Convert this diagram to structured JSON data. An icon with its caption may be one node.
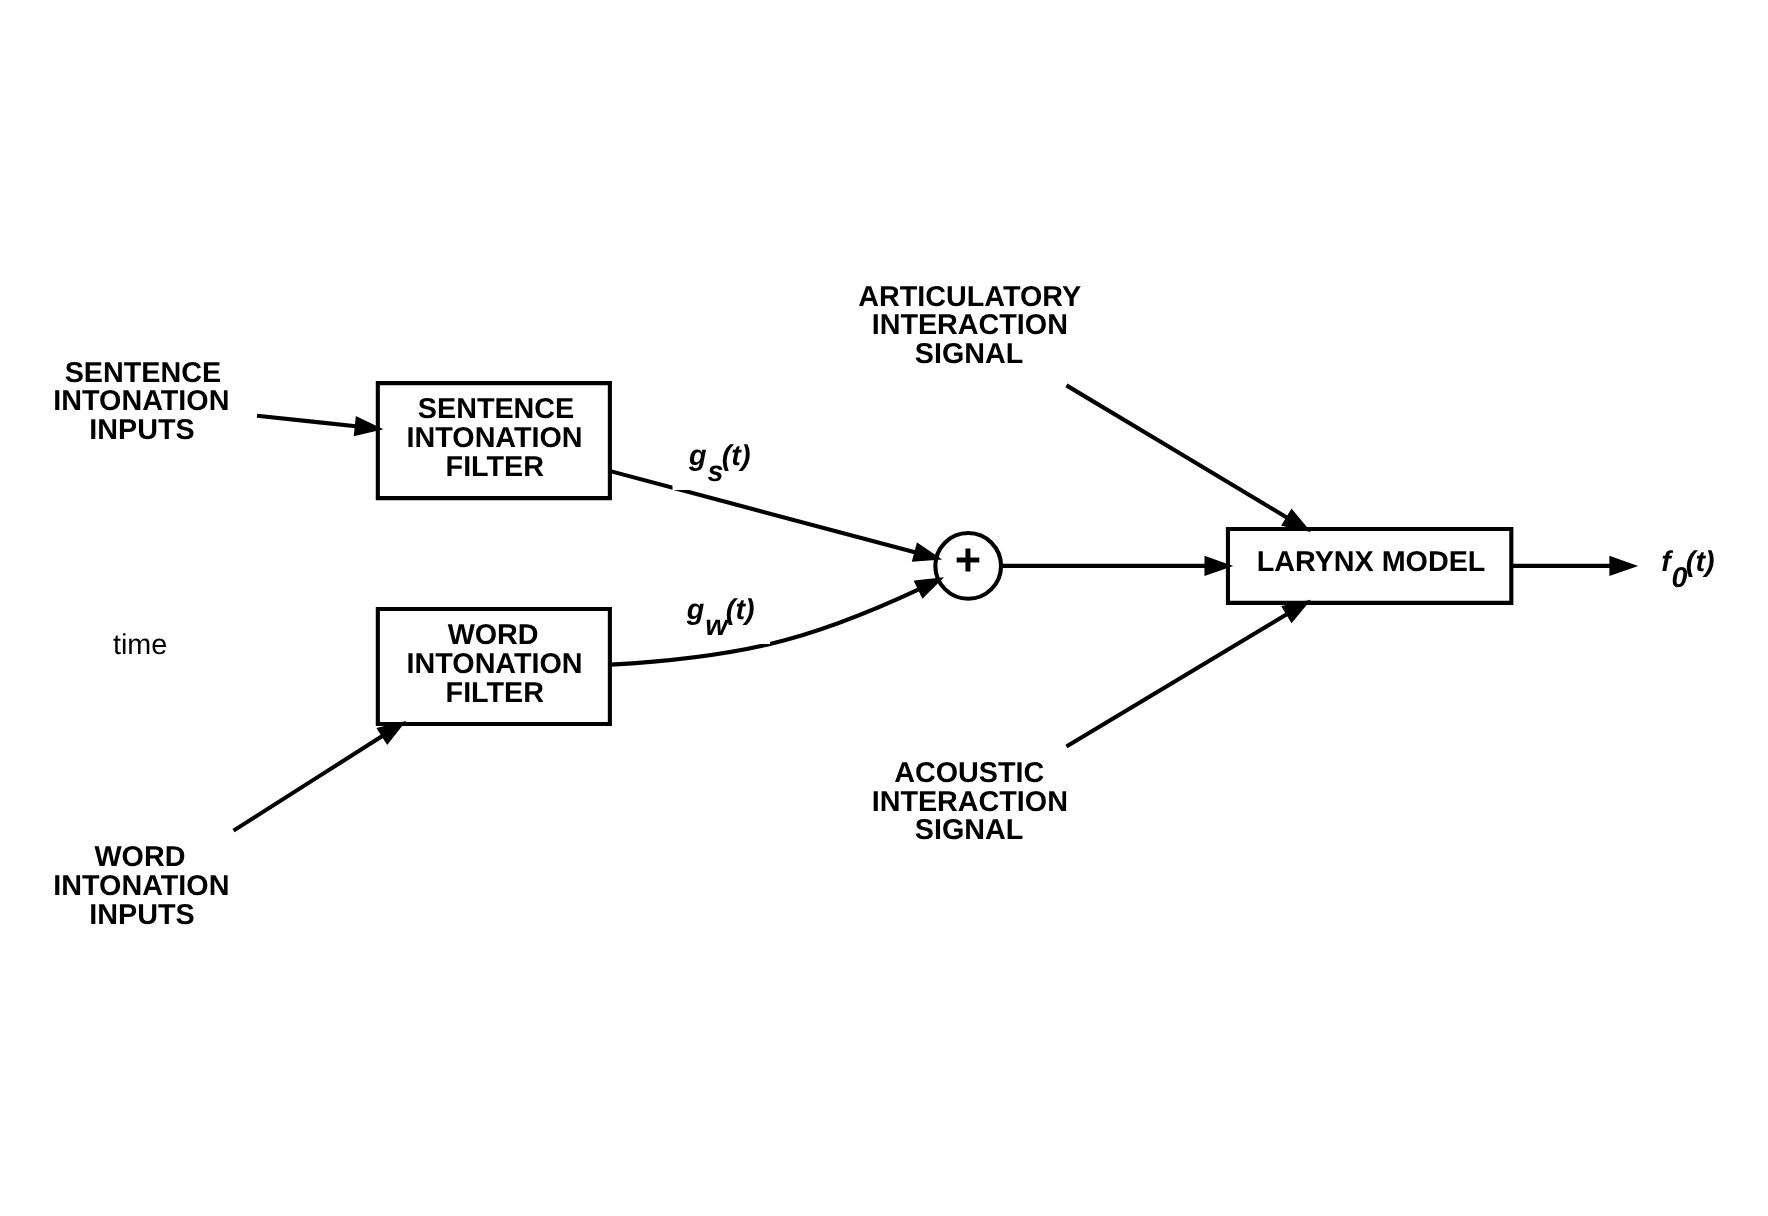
{
  "diagram": {
    "nodes": [
      {
        "text": [
          "SENTENCE INTONATION INPUTS"
        ]
      },
      {
        "text": [
          "SENTENCE INTONATION FILTER"
        ]
      },
      {
        "text": [
          "WORD INTONATION INPUTS"
        ]
      },
      {
        "text": [
          "WORD INTONATION FILTER"
        ]
      },
      {
        "text": [
          "+"
        ]
      },
      {
        "text": [
          "ARTICULATORY INTERACTION SIGNAL"
        ]
      },
      {
        "text": [
          "LARYNX MODEL"
        ]
      },
      {
        "text": [
          "ACOUSTIC INTERACTION SIGNAL"
        ]
      },
      {
        "text": [
          "f$_{0}$(t)"
        ]
      }
    ],
    "edges": [
      {
        "from": 0,
        "to": 1,
        "arrow": "to"
      },
      {
        "from": 2,
        "to": 3,
        "arrow": "to"
      },
      {
        "from": 1,
        "to": 4,
        "arrow": "to",
        "label": "g$_{s}$(t)"
      },
      {
        "from": 3,
        "to": 4,
        "arrow": "to",
        "label": "g$_{w}$(t)"
      },
      {
        "from": 4,
        "to": 6,
        "arrow": "to"
      },
      {
        "from": 5,
        "to": 6,
        "arrow": "to"
      },
      {
        "from": 7,
        "to": 6,
        "arrow": "to"
      },
      {
        "from": 6,
        "to": 8,
        "arrow": "to"
      }
    ],
    "labels": [
      "time"
    ]
  }
}
